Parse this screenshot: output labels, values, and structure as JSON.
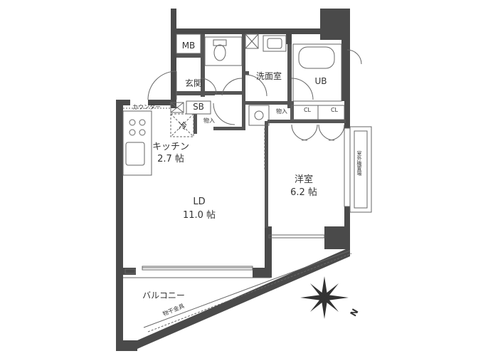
{
  "colors": {
    "wall": "#4a4a4a",
    "line": "#555555",
    "fixture": "#666666"
  },
  "rooms": {
    "mb": "MB",
    "genkan": "玄関",
    "senmenshitsu": "洗面室",
    "ub": "UB",
    "sb": "SB",
    "counter": "カウンター",
    "rei": "冷",
    "monoire_1": "物入",
    "monoire_2": "物入",
    "cl_1": "CL",
    "cl_2": "CL",
    "kitchen_name": "キッチン",
    "kitchen_size": "2.7 帖",
    "ld_name": "LD",
    "ld_size": "11.0 帖",
    "youshitsu_name": "洋室",
    "youshitsu_size": "6.2 帖",
    "outdoor_unit": "室外機置場",
    "balcony": "バルコニー",
    "hardware": "物干金具"
  },
  "compass": {
    "north": "N",
    "icon": "compass-rose-icon"
  }
}
